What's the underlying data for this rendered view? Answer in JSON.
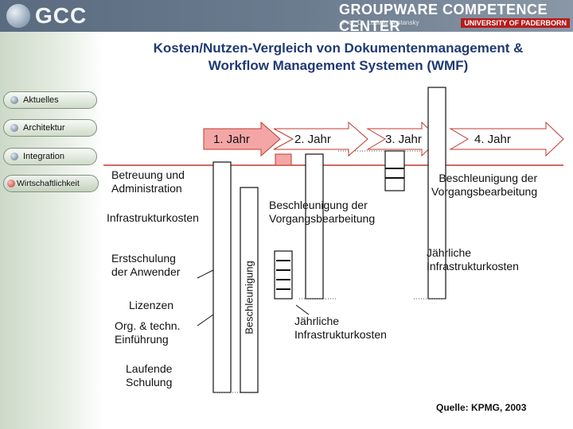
{
  "header": {
    "logo_text": "GCC",
    "brand_title": "GROUPWARE COMPETENCE CENTER",
    "brand_sub": "Prof. Dr. Ludwig Nastansky",
    "brand_uni": "UNIVERSITY OF PADERBORN"
  },
  "slide": {
    "title_line1": "Kosten/Nutzen-Vergleich von Dokumentenmanagement &",
    "title_line2": "Workflow Management Systemen (WMF)"
  },
  "nav": {
    "items": [
      {
        "label": "Aktuelles",
        "active": false
      },
      {
        "label": "Architektur",
        "active": false
      },
      {
        "label": "Integration",
        "active": false
      },
      {
        "label": "Wirtschaftlichkeit",
        "active": true
      }
    ]
  },
  "diagram": {
    "years": [
      "1. Jahr",
      "2. Jahr",
      "3. Jahr",
      "4. Jahr"
    ],
    "labels": {
      "betreuung_1": "Betreuung und",
      "betreuung_2": "Administration",
      "infra": "Infrastrukturkosten",
      "erst_1": "Erstschulung",
      "erst_2": "der Anwender",
      "lizenzen": "Lizenzen",
      "org_1": "Org. & techn.",
      "org_2": "Einführung",
      "lauf_1": "Laufende",
      "lauf_2": "Schulung",
      "beschl_vert": "Beschleunigung",
      "beschl2_1": "Beschleunigung der",
      "beschl2_2": "Vorgangsbearbeitung",
      "jaehr2_1": "Jährliche",
      "jaehr2_2": "Infrastrukturkosten",
      "beschl4_1": "Beschleunigung der",
      "beschl4_2": "Vorgangsbearbeitung",
      "jaehr4_1": "Jährliche",
      "jaehr4_2": "Infrastrukturkosten"
    },
    "colors": {
      "arrow_fill": "#f4a6a6",
      "arrow_stroke": "#c0392b",
      "baseline": "#c0392b"
    }
  },
  "footer": {
    "source": "Quelle: KPMG, 2003"
  }
}
